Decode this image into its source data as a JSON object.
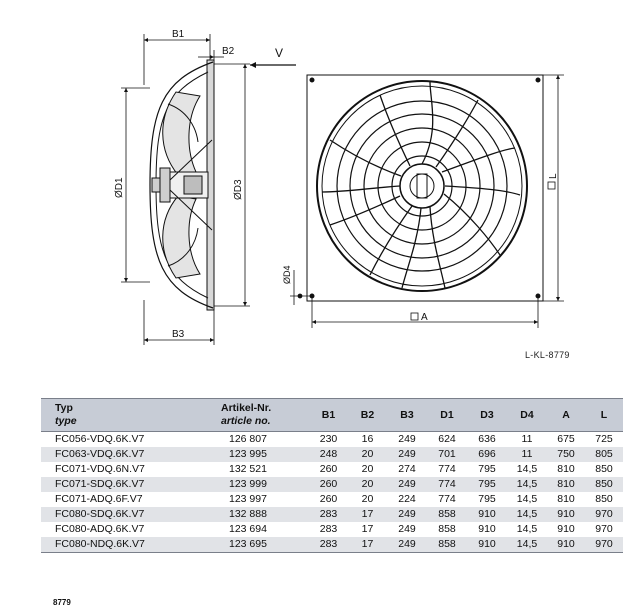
{
  "drawing": {
    "labels": {
      "b1": "B1",
      "b2": "B2",
      "b3": "B3",
      "d1": "ØD1",
      "d3": "ØD3",
      "d4": "ØD4",
      "v": "V",
      "a": "A",
      "l": "L"
    },
    "reference": "L-KL-8779"
  },
  "table": {
    "headers": {
      "type": "Typ",
      "type_en": "type",
      "article": "Artikel-Nr.",
      "article_en": "article no.",
      "b1": "B1",
      "b2": "B2",
      "b3": "B3",
      "d1": "D1",
      "d3": "D3",
      "d4": "D4",
      "a": "A",
      "l": "L"
    },
    "rows": [
      [
        "FC056-VDQ.6K.V7",
        "126 807",
        "230",
        "16",
        "249",
        "624",
        "636",
        "11",
        "675",
        "725"
      ],
      [
        "FC063-VDQ.6K.V7",
        "123 995",
        "248",
        "20",
        "249",
        "701",
        "696",
        "11",
        "750",
        "805"
      ],
      [
        "FC071-VDQ.6N.V7",
        "132 521",
        "260",
        "20",
        "274",
        "774",
        "795",
        "14,5",
        "810",
        "850"
      ],
      [
        "FC071-SDQ.6K.V7",
        "123 999",
        "260",
        "20",
        "249",
        "774",
        "795",
        "14,5",
        "810",
        "850"
      ],
      [
        "FC071-ADQ.6F.V7",
        "123 997",
        "260",
        "20",
        "224",
        "774",
        "795",
        "14,5",
        "810",
        "850"
      ],
      [
        "FC080-SDQ.6K.V7",
        "132 888",
        "283",
        "17",
        "249",
        "858",
        "910",
        "14,5",
        "910",
        "970"
      ],
      [
        "FC080-ADQ.6K.V7",
        "123 694",
        "283",
        "17",
        "249",
        "858",
        "910",
        "14,5",
        "910",
        "970"
      ],
      [
        "FC080-NDQ.6K.V7",
        "123 695",
        "283",
        "17",
        "249",
        "858",
        "910",
        "14,5",
        "910",
        "970"
      ]
    ],
    "footnote": "8779"
  }
}
